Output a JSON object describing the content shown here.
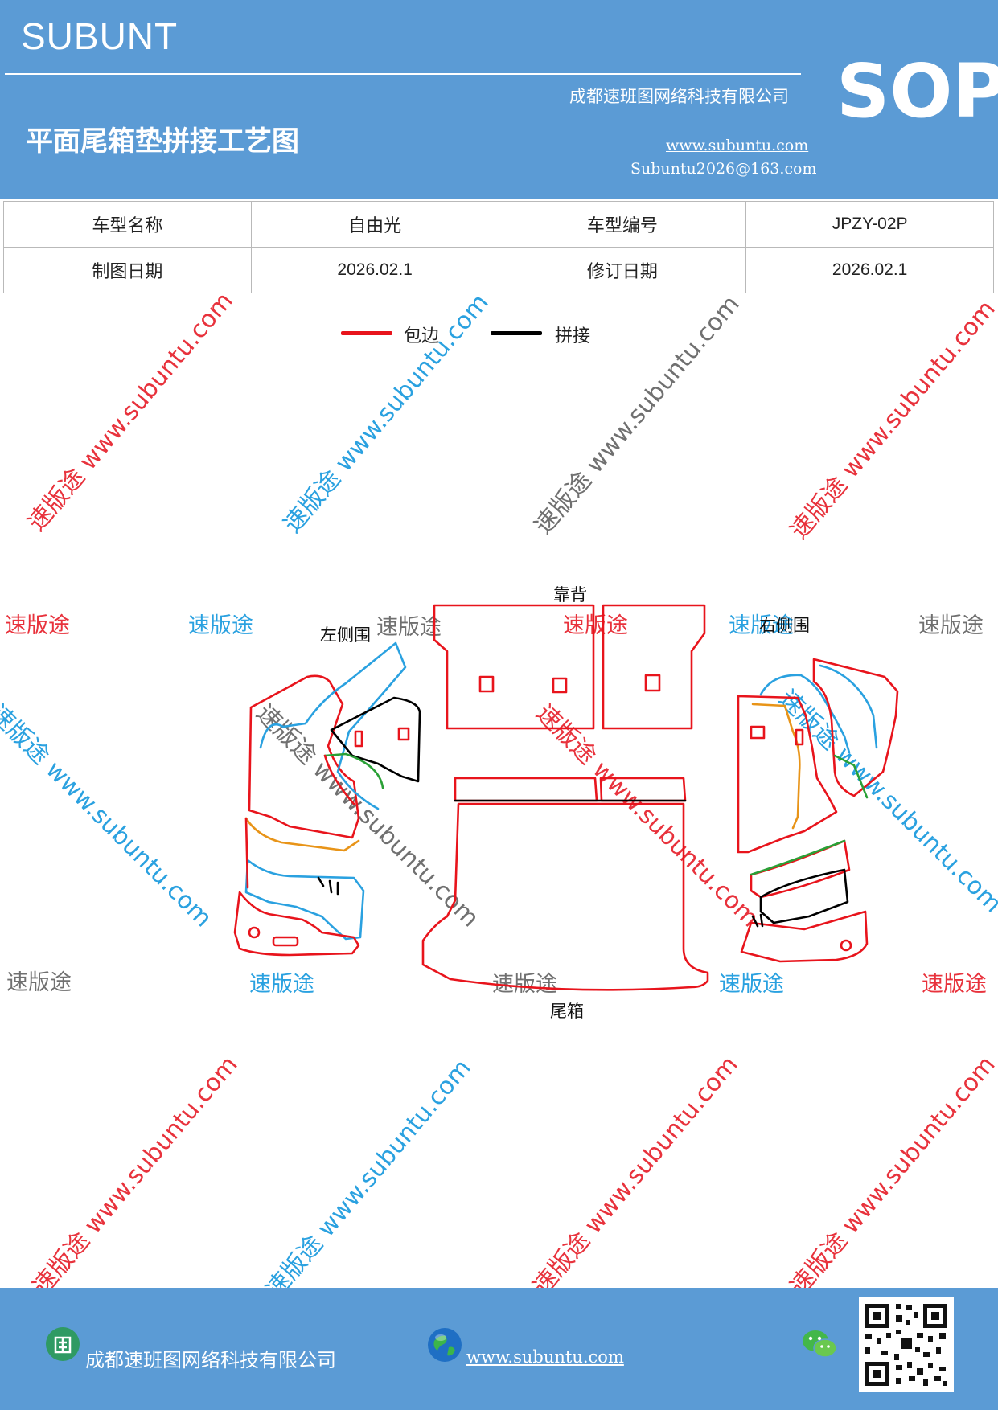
{
  "header": {
    "brand": "SUBUNT",
    "sop": "SOP",
    "company": "成都速班图网络科技有限公司",
    "title": "平面尾箱垫拼接工艺图",
    "website": "www.subuntu.com",
    "email": "Subuntu2026@163.com"
  },
  "info_table": {
    "row1": [
      "车型名称",
      "自由光",
      "车型编号",
      "JPZY-02P"
    ],
    "row2": [
      "制图日期",
      "2026.02.1",
      "修订日期",
      "2026.02.1"
    ]
  },
  "legend": {
    "items": [
      {
        "label": "包边",
        "color": "#e8141c"
      },
      {
        "label": "拼接",
        "color": "#000000"
      }
    ]
  },
  "watermark": {
    "diagonal": "速版途 www.subuntu.com",
    "short": "速版途"
  },
  "diagram": {
    "labels": {
      "backrest": "靠背",
      "left_side": "左侧围",
      "right_side": "右侧围",
      "trunk": "尾箱"
    },
    "line_colors": {
      "edge": "#e8141c",
      "seam": "#000000",
      "blue": "#2aa1e0",
      "orange": "#e89418",
      "green": "#2aa036"
    }
  },
  "footer": {
    "company": "成都速班图网络科技有限公司",
    "website": "www.subuntu.com",
    "building_icon": "building-icon",
    "globe_icon": "globe-icon",
    "wechat_icon": "wechat-icon",
    "qr_icon": "qr-code-icon"
  }
}
